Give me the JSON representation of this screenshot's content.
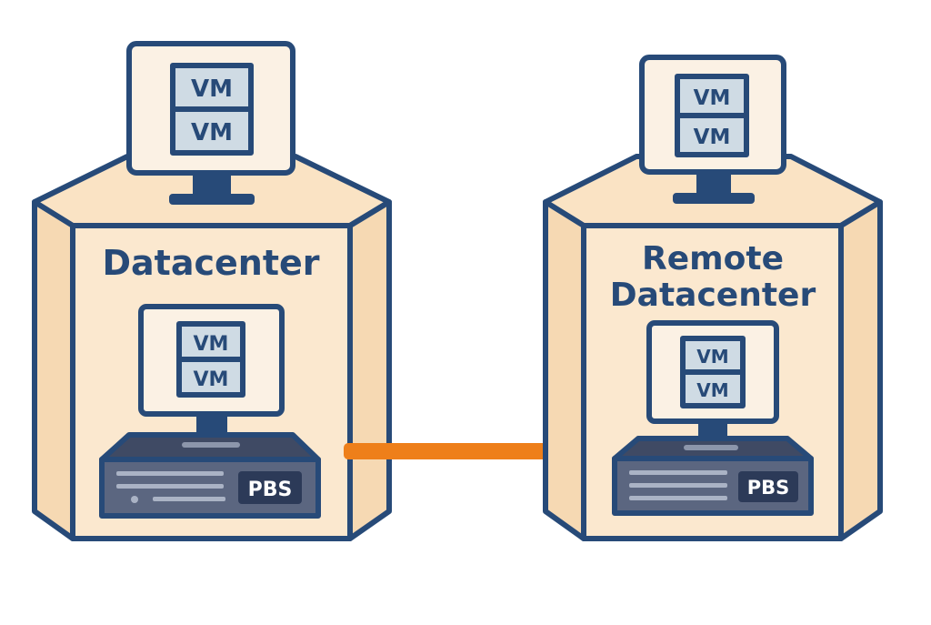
{
  "colors": {
    "outline": "#274a78",
    "box_front": "#fbe8cf",
    "box_side": "#f6d9b3",
    "box_top": "#fae3c4",
    "screen": "#fbf1e4",
    "vm_cell": "#cfdbe4",
    "server_body": "#5b6680",
    "server_top": "#3f4a64",
    "pbs_label_bg": "#2c3a58",
    "arrow": "#ee7f1a",
    "text": "#274a78"
  },
  "diagram": {
    "sites": [
      {
        "title_lines": [
          "Datacenter"
        ],
        "top_monitor": {
          "vm_labels": [
            "VM",
            "VM"
          ]
        },
        "inner_monitor": {
          "vm_labels": [
            "VM",
            "VM"
          ]
        },
        "server": {
          "label": "PBS"
        }
      },
      {
        "title_lines": [
          "Remote",
          "Datacenter"
        ],
        "top_monitor": {
          "vm_labels": [
            "VM",
            "VM"
          ]
        },
        "inner_monitor": {
          "vm_labels": [
            "VM",
            "VM"
          ]
        },
        "server": {
          "label": "PBS"
        }
      }
    ],
    "connector": {
      "from": "Datacenter PBS",
      "to": "Remote Datacenter",
      "icon": "arrow-right-icon"
    }
  }
}
